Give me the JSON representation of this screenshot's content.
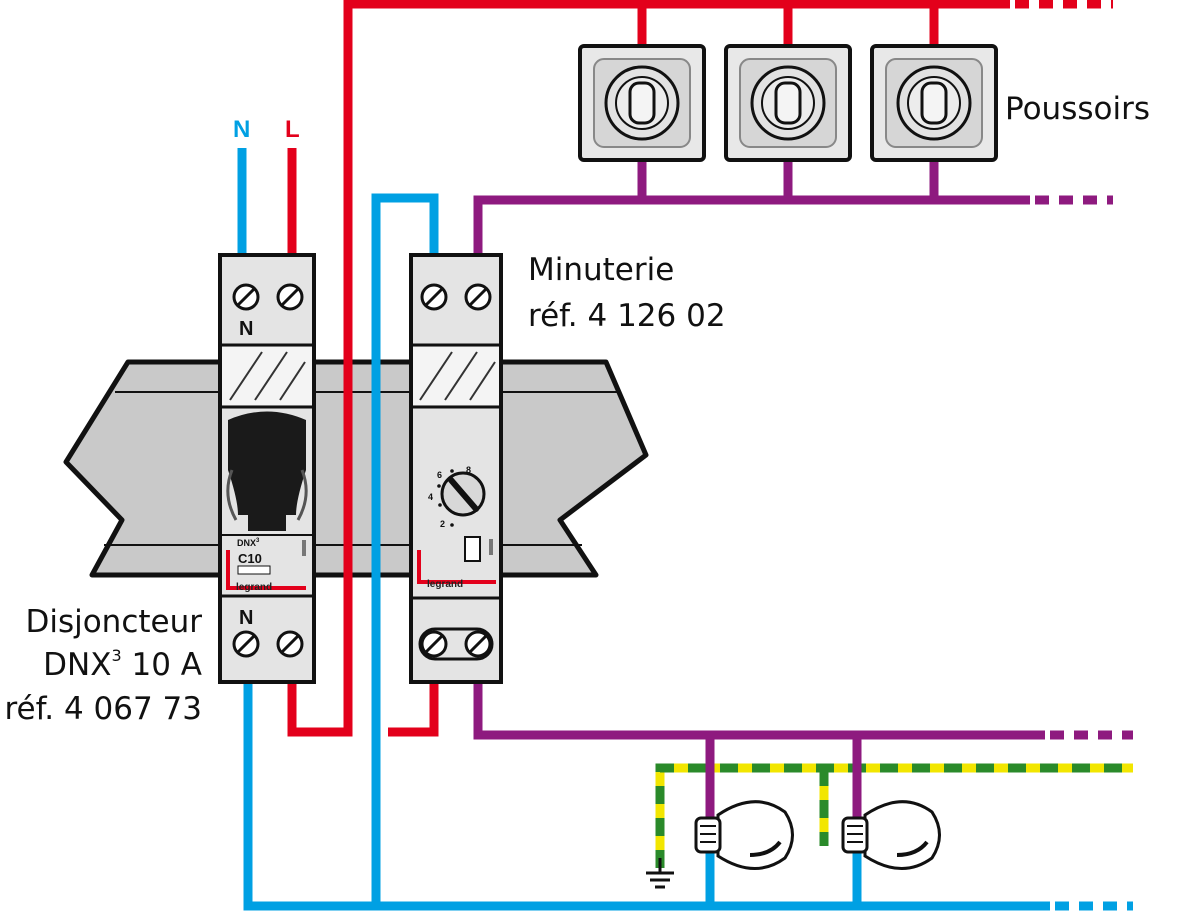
{
  "labels": {
    "neutral": "N",
    "live": "L",
    "pushbuttons": "Poussoirs",
    "timer_name": "Minuterie",
    "timer_ref": "réf. 4 126 02",
    "breaker_name": "Disjoncteur",
    "breaker_model": "DNX",
    "breaker_model_sup": "3",
    "breaker_rating": " 10 A",
    "breaker_ref": "réf. 4 067 73"
  },
  "breaker": {
    "top_terminal": "N",
    "bottom_terminal": "N",
    "brand_line": "DNX",
    "brand_sup": "3",
    "curve": "C10",
    "logo": "legrand"
  },
  "timer": {
    "dial_marks": [
      "2",
      "4",
      "6",
      "8"
    ],
    "logo": "legrand"
  },
  "colors": {
    "live": "#e3001b",
    "neutral": "#00a0e3",
    "switched": "#8e1a7f",
    "earth_green": "#2a8a2a",
    "earth_yellow": "#f2e600",
    "rail": "#c8c8c8",
    "module": "#e4e4e4"
  }
}
